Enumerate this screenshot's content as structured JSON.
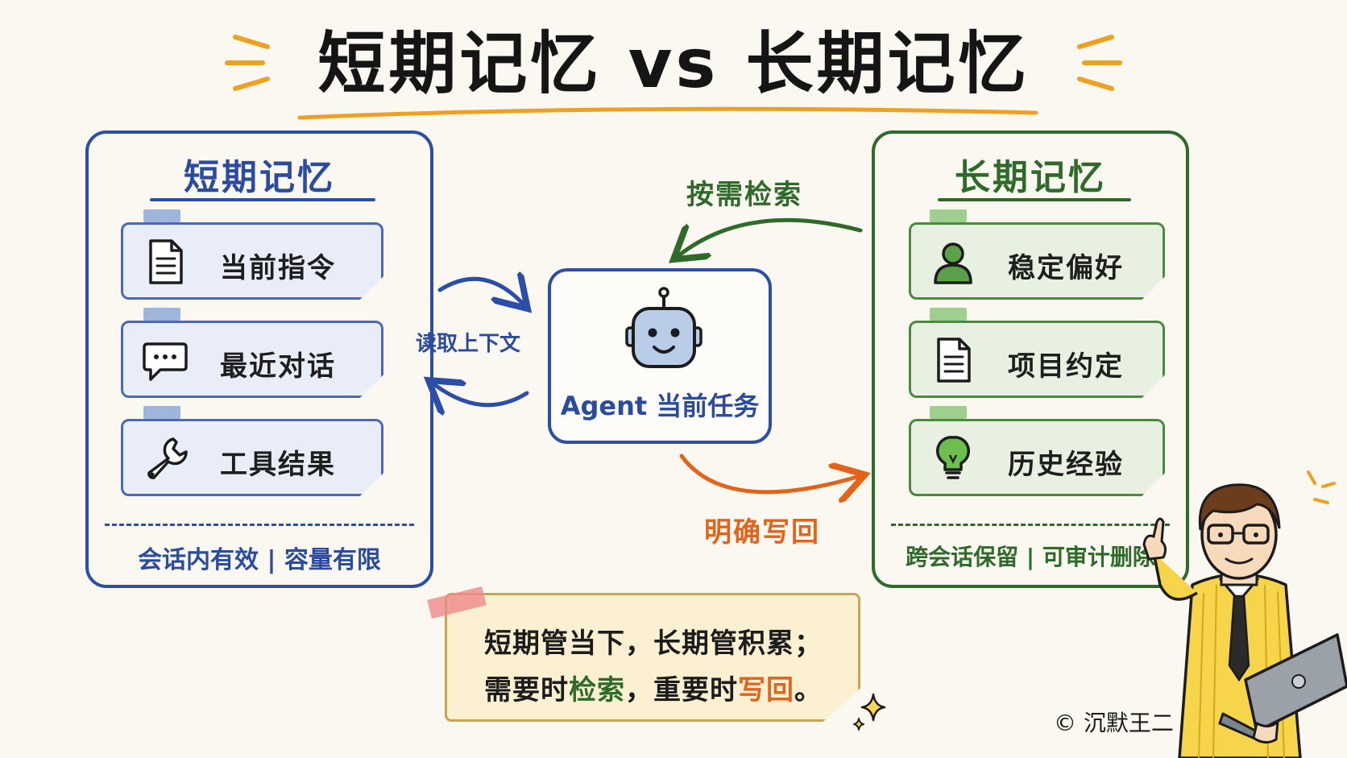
{
  "title": "短期记忆 vs 长期记忆",
  "short_term": {
    "title": "短期记忆",
    "items": [
      {
        "label": "当前指令",
        "icon": "document-icon"
      },
      {
        "label": "最近对话",
        "icon": "chat-bubble-icon"
      },
      {
        "label": "工具结果",
        "icon": "wrench-icon"
      }
    ],
    "footer": "会话内有效 | 容量有限"
  },
  "long_term": {
    "title": "长期记忆",
    "items": [
      {
        "label": "稳定偏好",
        "icon": "user-icon"
      },
      {
        "label": "项目约定",
        "icon": "document-icon"
      },
      {
        "label": "历史经验",
        "icon": "lightbulb-icon"
      }
    ],
    "footer": "跨会话保留 | 可审计删除"
  },
  "agent": {
    "label": "Agent 当前任务",
    "icon": "robot-icon"
  },
  "arrows": {
    "read": "读取上下文",
    "retrieve": "按需检索",
    "write": "明确写回"
  },
  "note": {
    "line1": "短期管当下，长期管积累；",
    "line2_a": "需要时",
    "line2_b": "检索",
    "line2_c": "，重要时",
    "line2_d": "写回",
    "line2_e": "。"
  },
  "credit": "© 沉默王二",
  "colors": {
    "short_accent": "#2b4ea8",
    "long_accent": "#2f6a2a",
    "write_accent": "#e2631a",
    "title_underline": "#f0a020"
  }
}
